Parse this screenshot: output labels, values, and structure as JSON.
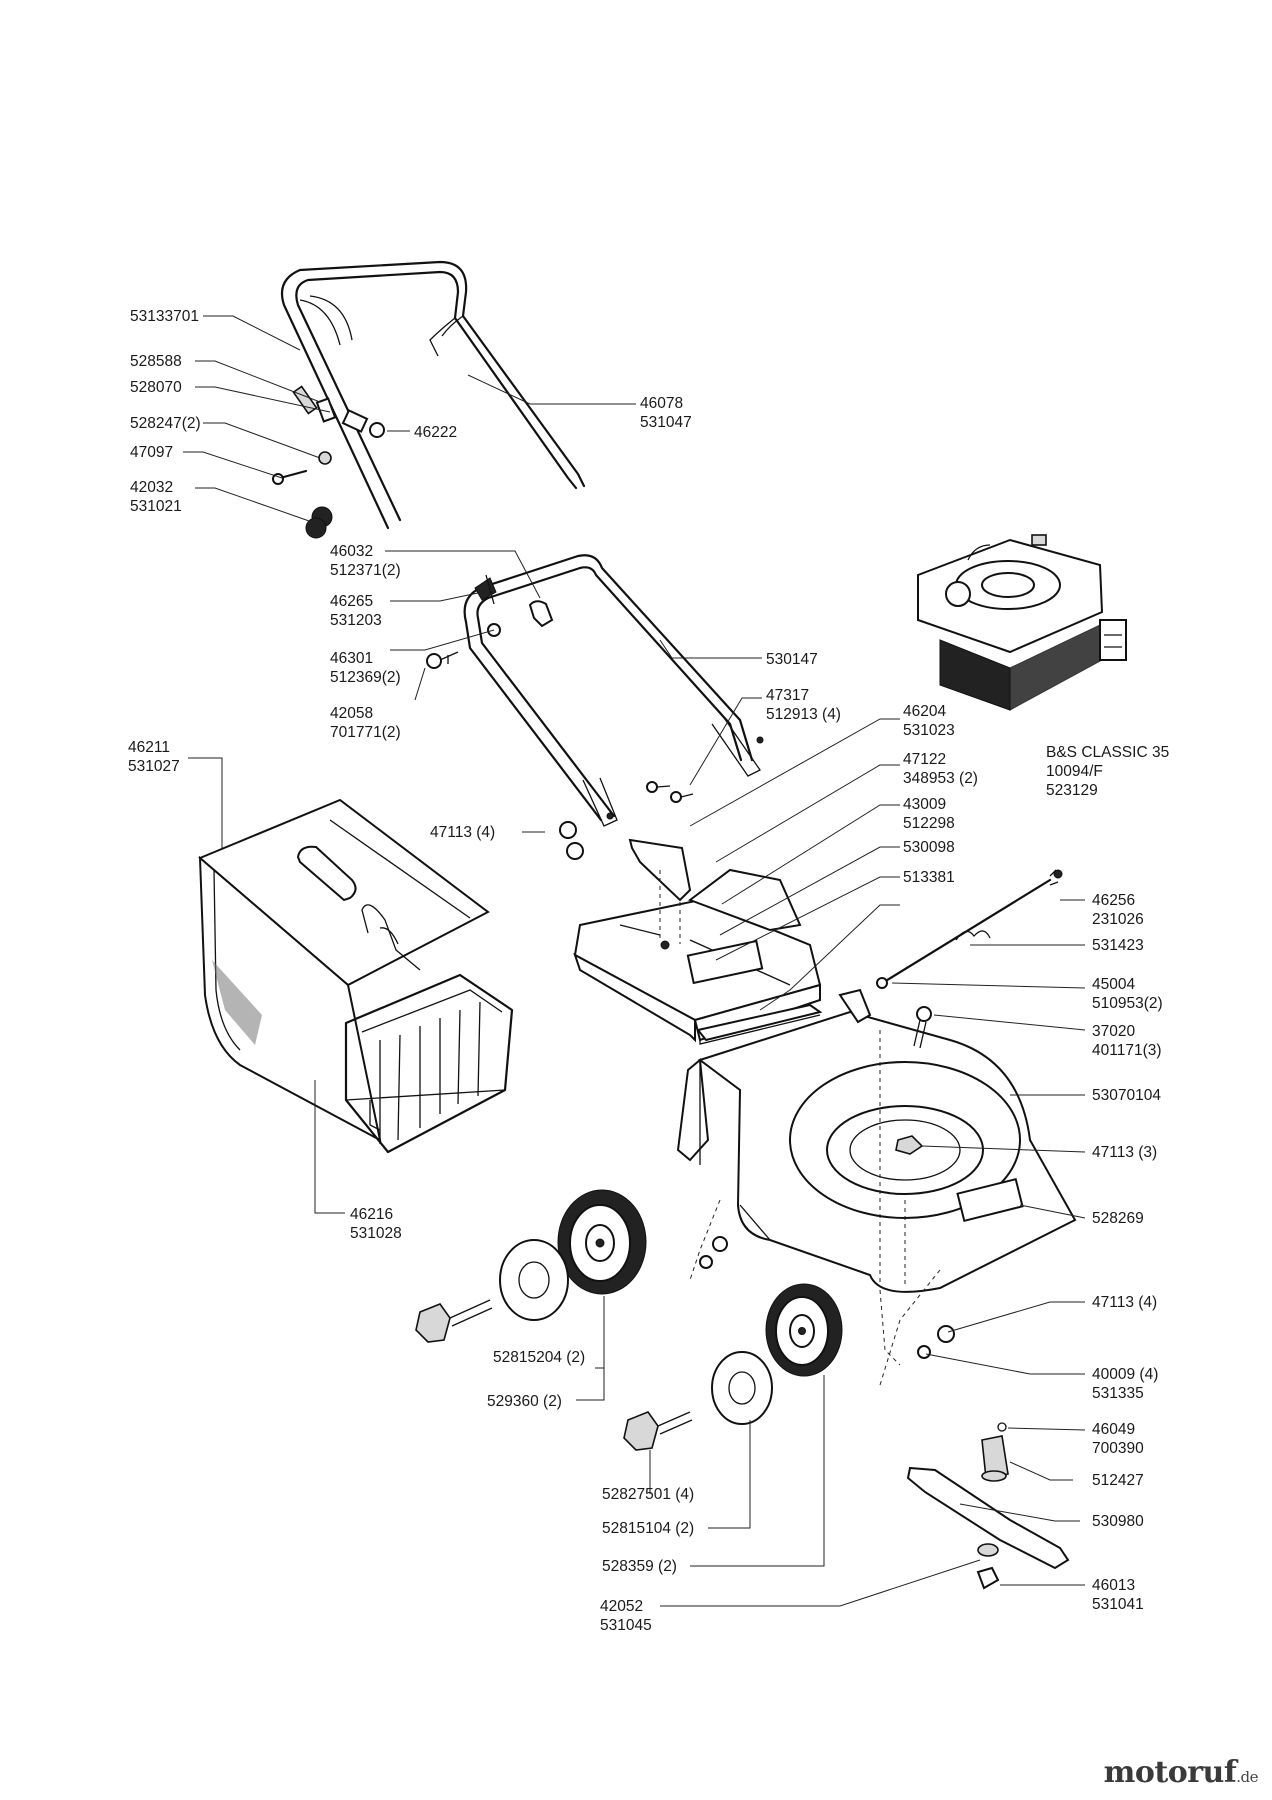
{
  "labels": {
    "l_53133701": "53133701",
    "l_528588": "528588",
    "l_528070": "528070",
    "l_528247": "528247(2)",
    "l_47097": "47097",
    "l_42032": "42032\n531021",
    "l_46222": "46222",
    "l_46078": "46078\n531047",
    "l_46032": "46032\n512371(2)",
    "l_46265": "46265\n531203",
    "l_46301": "46301\n512369(2)",
    "l_42058": "42058\n701771(2)",
    "l_530147": "530147",
    "l_47317": "47317\n512913 (4)",
    "l_46204": "46204\n531023",
    "l_47122": "47122\n348953 (2)",
    "l_43009": "43009\n512298",
    "l_530098": "530098",
    "l_513381": "513381",
    "l_46211": "46211\n531027",
    "l_47113a": "47113 (4)",
    "l_engine": "B&S CLASSIC 35\n10094/F\n523129",
    "l_46256": "46256\n231026",
    "l_531423": "531423",
    "l_45004": "45004\n510953(2)",
    "l_37020": "37020\n401171(3)",
    "l_53070104": "53070104",
    "l_47113b": "47113 (3)",
    "l_528269": "528269",
    "l_46216": "46216\n531028",
    "l_47113c": "47113 (4)",
    "l_40009": "40009 (4)\n531335",
    "l_52815204": "52815204 (2)",
    "l_529360": "529360 (2)",
    "l_46049": "46049\n700390",
    "l_512427": "512427",
    "l_52827501": "52827501 (4)",
    "l_530980": "530980",
    "l_52815104": "52815104 (2)",
    "l_528359": "528359 (2)",
    "l_46013": "46013\n531041",
    "l_42052": "42052\n531045"
  },
  "watermark": {
    "text": "motoruf",
    "suffix": ".de"
  }
}
